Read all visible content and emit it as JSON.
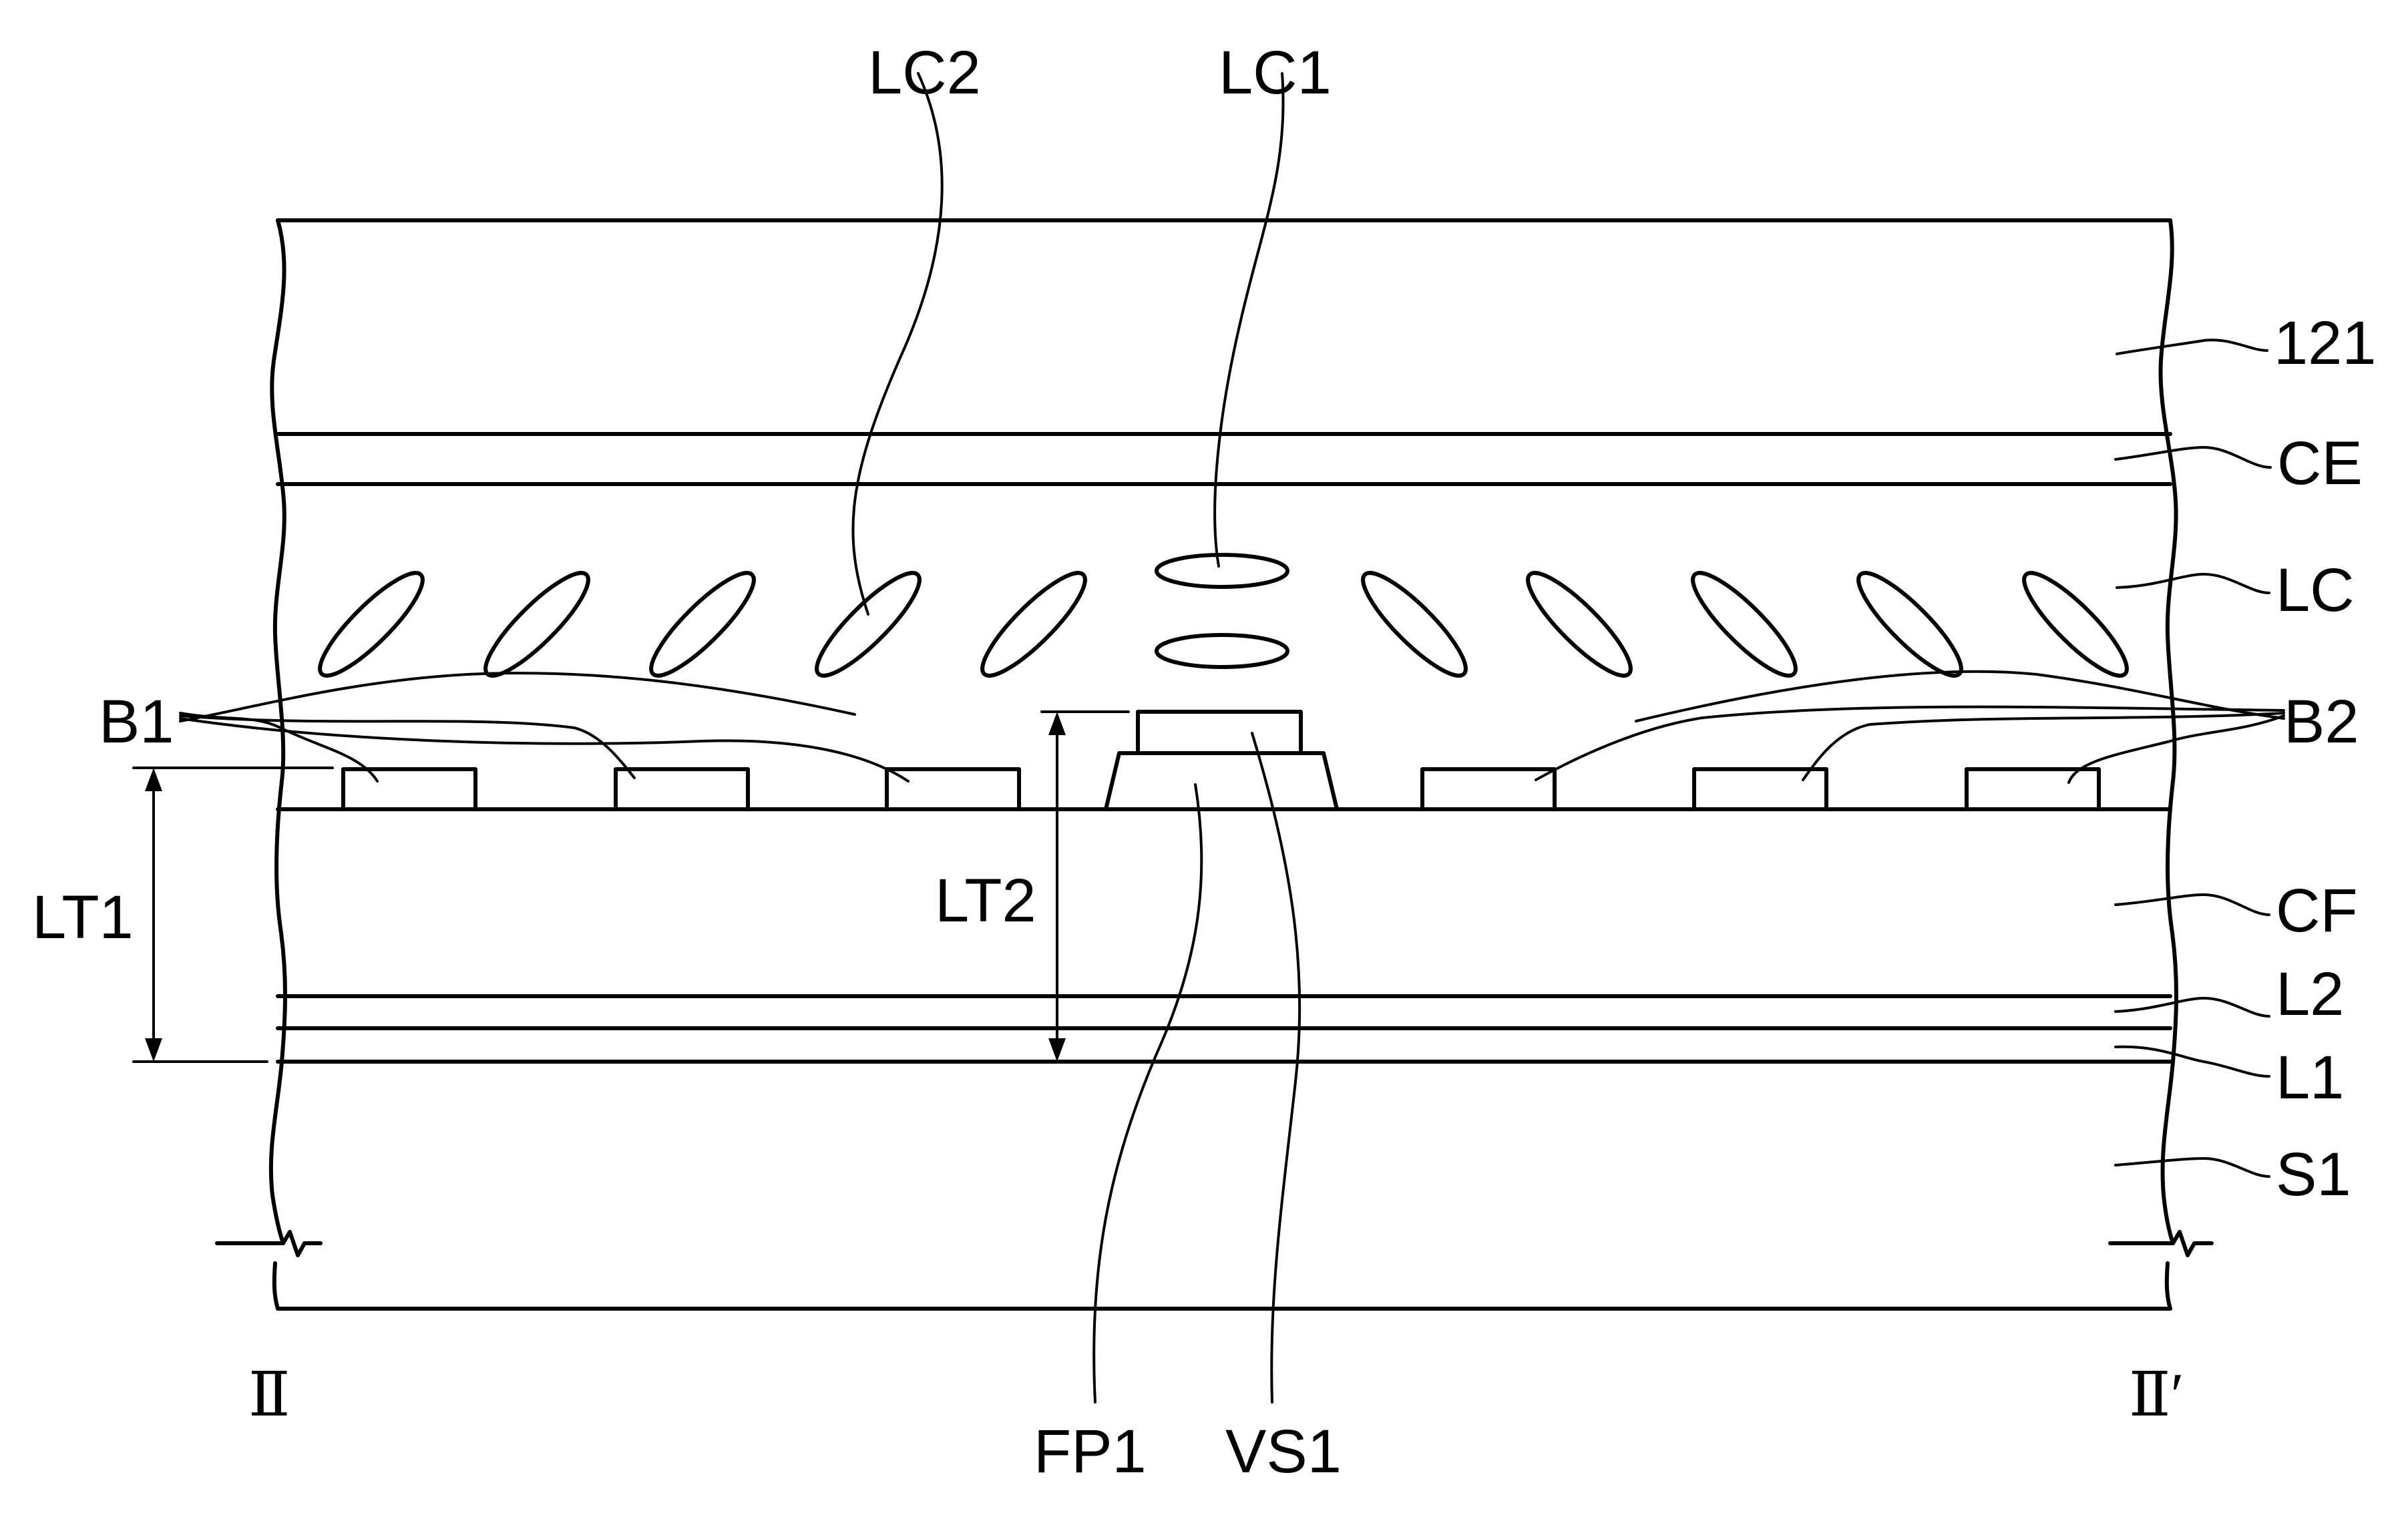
{
  "labels": {
    "lc2": "LC2",
    "lc1": "LC1",
    "l121": "121",
    "ce": "CE",
    "lc": "LC",
    "b1": "B1",
    "b2": "B2",
    "lt1": "LT1",
    "lt2": "LT2",
    "cf": "CF",
    "l2": "L2",
    "l1": "L1",
    "s1": "S1",
    "fp1": "FP1",
    "vs1": "VS1",
    "section_left": "Ⅱ",
    "section_right": "Ⅱ′"
  }
}
